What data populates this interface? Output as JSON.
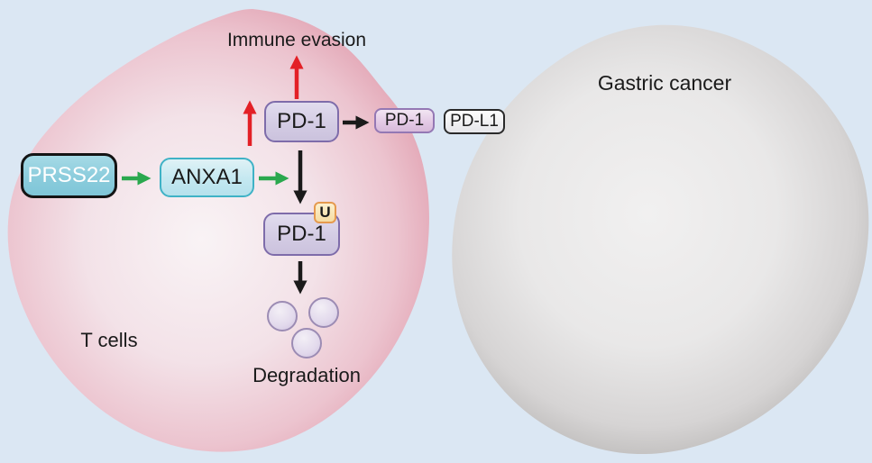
{
  "figure": {
    "background": "#dbe7f3",
    "t_cell": {
      "label": "T cells",
      "edge_color": "#dd9dae",
      "center_color": "#f9f3f5"
    },
    "gastric_cell": {
      "label": "Gastric cancer",
      "edge_color": "#b0aeae",
      "center_color": "#f0efef"
    },
    "annotations": {
      "immune_evasion": "Immune evasion",
      "degradation": "Degradation"
    },
    "nodes": {
      "prss22": {
        "label": "PRSS22",
        "fill": "#8bccdc",
        "border": "#141414",
        "text_color": "#ffffff"
      },
      "anxa1": {
        "label": "ANXA1",
        "fill": "#c2e7f0",
        "border": "#3fb2c6"
      },
      "pd1_top": {
        "label": "PD-1",
        "fill": "#d4cce4",
        "border": "#7e6caa"
      },
      "pd1_ubiquitinated": {
        "label": "PD-1",
        "fill": "#d4cce4",
        "border": "#7e6caa"
      },
      "ubiquitin": {
        "label": "U",
        "fill": "#f6dda2",
        "border": "#e59a4f"
      },
      "pd1_membrane": {
        "label": "PD-1",
        "fill": "#e2c8e4",
        "border": "#9478b4"
      },
      "pdl1_membrane": {
        "label": "PD-L1",
        "fill": "#efeff1",
        "border": "#2a2a2a"
      }
    },
    "arrow_colors": {
      "red": "#e32026",
      "green": "#2aa84e",
      "black": "#1a1a1a"
    },
    "degradation_particles": {
      "count": 3,
      "fill": "#e2d9ec",
      "border": "#9c8cb4"
    }
  }
}
